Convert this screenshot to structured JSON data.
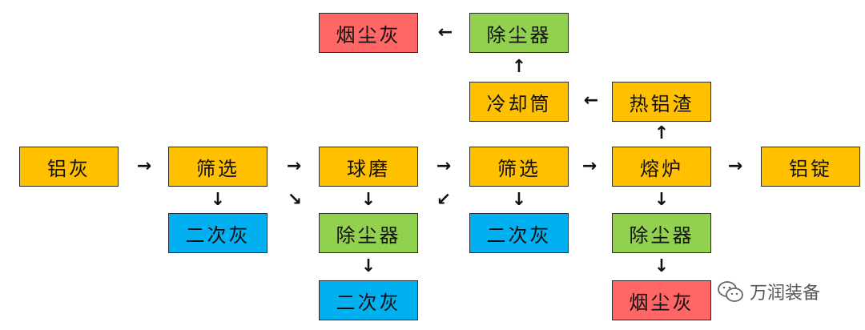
{
  "colors": {
    "orange": "#FFC000",
    "green": "#92D050",
    "blue": "#00B0F0",
    "red": "#FF6666"
  },
  "nodes": {
    "alum_ash": "铝灰",
    "screen_1": "筛选",
    "ball_mill": "球磨",
    "screen_2": "筛选",
    "furnace": "熔炉",
    "ingot": "铝锭",
    "secondary_ash_1": "二次灰",
    "dust_collector_1": "除尘器",
    "secondary_ash_2": "二次灰",
    "secondary_ash_3": "二次灰",
    "dust_collector_2": "除尘器",
    "flue_ash_1": "烟尘灰",
    "hot_dross": "热铝渣",
    "cooling_drum": "冷却筒",
    "dust_collector_3": "除尘器",
    "flue_ash_2": "烟尘灰"
  },
  "arrows": {
    "right": "→",
    "left": "←",
    "up": "↑",
    "down": "↓",
    "down_right": "↘",
    "down_left": "↙"
  },
  "watermark": {
    "icon": "wechat-icon",
    "text": "万润装备"
  }
}
